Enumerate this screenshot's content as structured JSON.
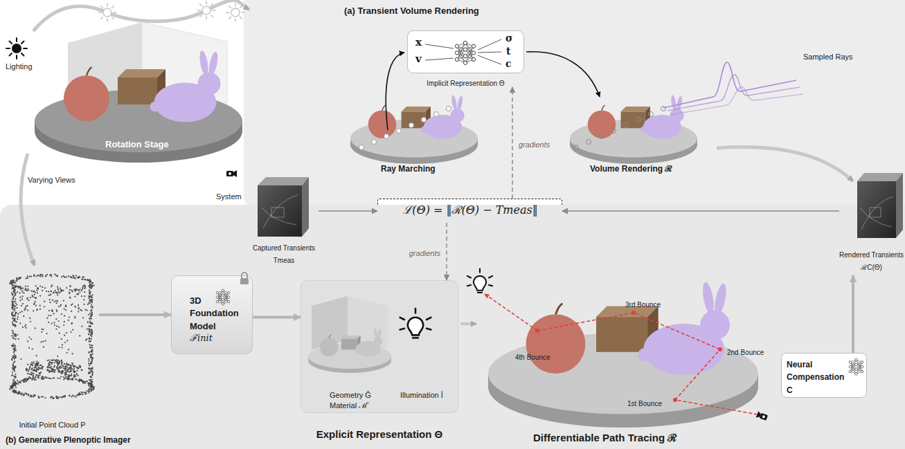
{
  "diagram": {
    "nodes": [
      {
        "text": [
          "(a) Transient Volume Rendering"
        ]
      },
      {
        "text": [
          "x",
          "v",
          "σ",
          "t",
          "c",
          "Implicit Representation Θ"
        ],
        "in": 0
      },
      {
        "text": [
          "Captured Transients Tmeas"
        ]
      },
      {
        "text": [
          "ℒ(Θ) = ‖ℛ(Θ) − Tmeas‖"
        ]
      },
      {
        "text": [
          "Rendered Transients ℛC(Θ)"
        ]
      },
      {
        "text": [
          "(b) Generative Plenoptic Imager"
        ]
      },
      {
        "text": [
          "Initial Point Cloud P"
        ],
        "in": 5
      },
      {
        "text": [
          "3D Foundation Model",
          "ℱinit"
        ],
        "in": 5
      },
      {
        "text": [
          "Geometry Ĝ",
          "Material ℳ̂",
          "Illumination Î",
          "Explicit Representation Θ"
        ],
        "in": 5
      },
      {
        "text": [
          "Neural Compensation C"
        ],
        "in": 5
      }
    ],
    "edges": [
      {
        "from": 2,
        "to": 3,
        "arrow": "to"
      },
      {
        "from": 4,
        "to": 3,
        "arrow": "to"
      },
      {
        "from": 3,
        "to": 1,
        "label": "gradients",
        "arrow": "to"
      },
      {
        "from": 3,
        "to": 8,
        "label": "gradients",
        "arrow": "to"
      },
      {
        "from": 6,
        "to": 7,
        "arrow": "to"
      },
      {
        "from": 7,
        "to": 8,
        "arrow": "to"
      },
      {
        "from": 9,
        "to": 4,
        "arrow": "to"
      }
    ],
    "labels": [
      "Lighting",
      "Rotation Stage",
      "Varying Views",
      "System",
      "Ray Marching",
      "Sampled Rays",
      "Volume Rendering ℛ",
      "3rd Bounce",
      "4th Bounce",
      "2nd Bounce",
      "1st Bounce",
      "Differentiable Path Tracing ℛ"
    ]
  }
}
